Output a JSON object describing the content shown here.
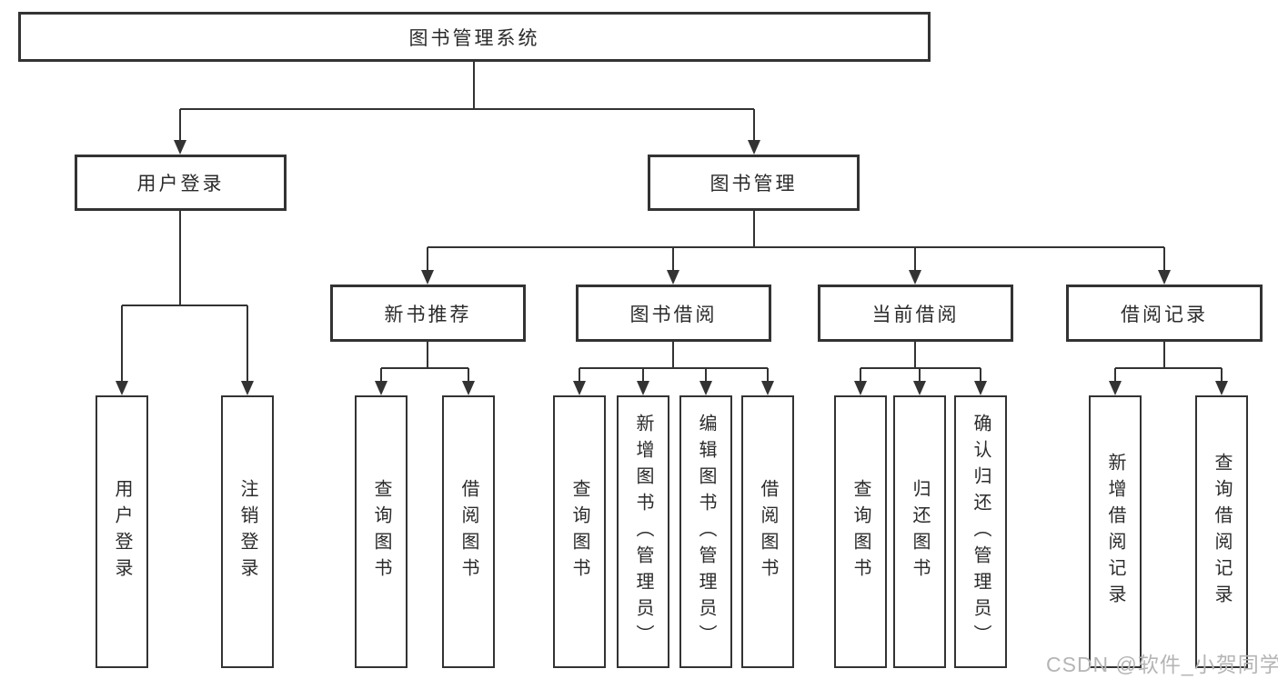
{
  "diagram": {
    "tree": {
      "label": "图书管理系统",
      "children": [
        {
          "label": "用户登录",
          "children": [
            {
              "label": "用户登录"
            },
            {
              "label": "注销登录"
            }
          ]
        },
        {
          "label": "图书管理",
          "children": [
            {
              "label": "新书推荐",
              "children": [
                {
                  "label": "查询图书"
                },
                {
                  "label": "借阅图书"
                }
              ]
            },
            {
              "label": "图书借阅",
              "children": [
                {
                  "label": "查询图书"
                },
                {
                  "label": "新增图书（管理员）"
                },
                {
                  "label": "编辑图书（管理员）"
                },
                {
                  "label": "借阅图书"
                }
              ]
            },
            {
              "label": "当前借阅",
              "children": [
                {
                  "label": "查询图书"
                },
                {
                  "label": "归还图书"
                },
                {
                  "label": "确认归还（管理员）"
                }
              ]
            },
            {
              "label": "借阅记录",
              "children": [
                {
                  "label": "新增借阅记录"
                },
                {
                  "label": "查询借阅记录"
                }
              ]
            }
          ]
        }
      ]
    }
  },
  "watermark": "CSDN @软件_小贺同学",
  "colors": {
    "line": "#333333",
    "text": "#2b2b2b",
    "watermark": "#b5b5b5",
    "background": "#ffffff"
  }
}
